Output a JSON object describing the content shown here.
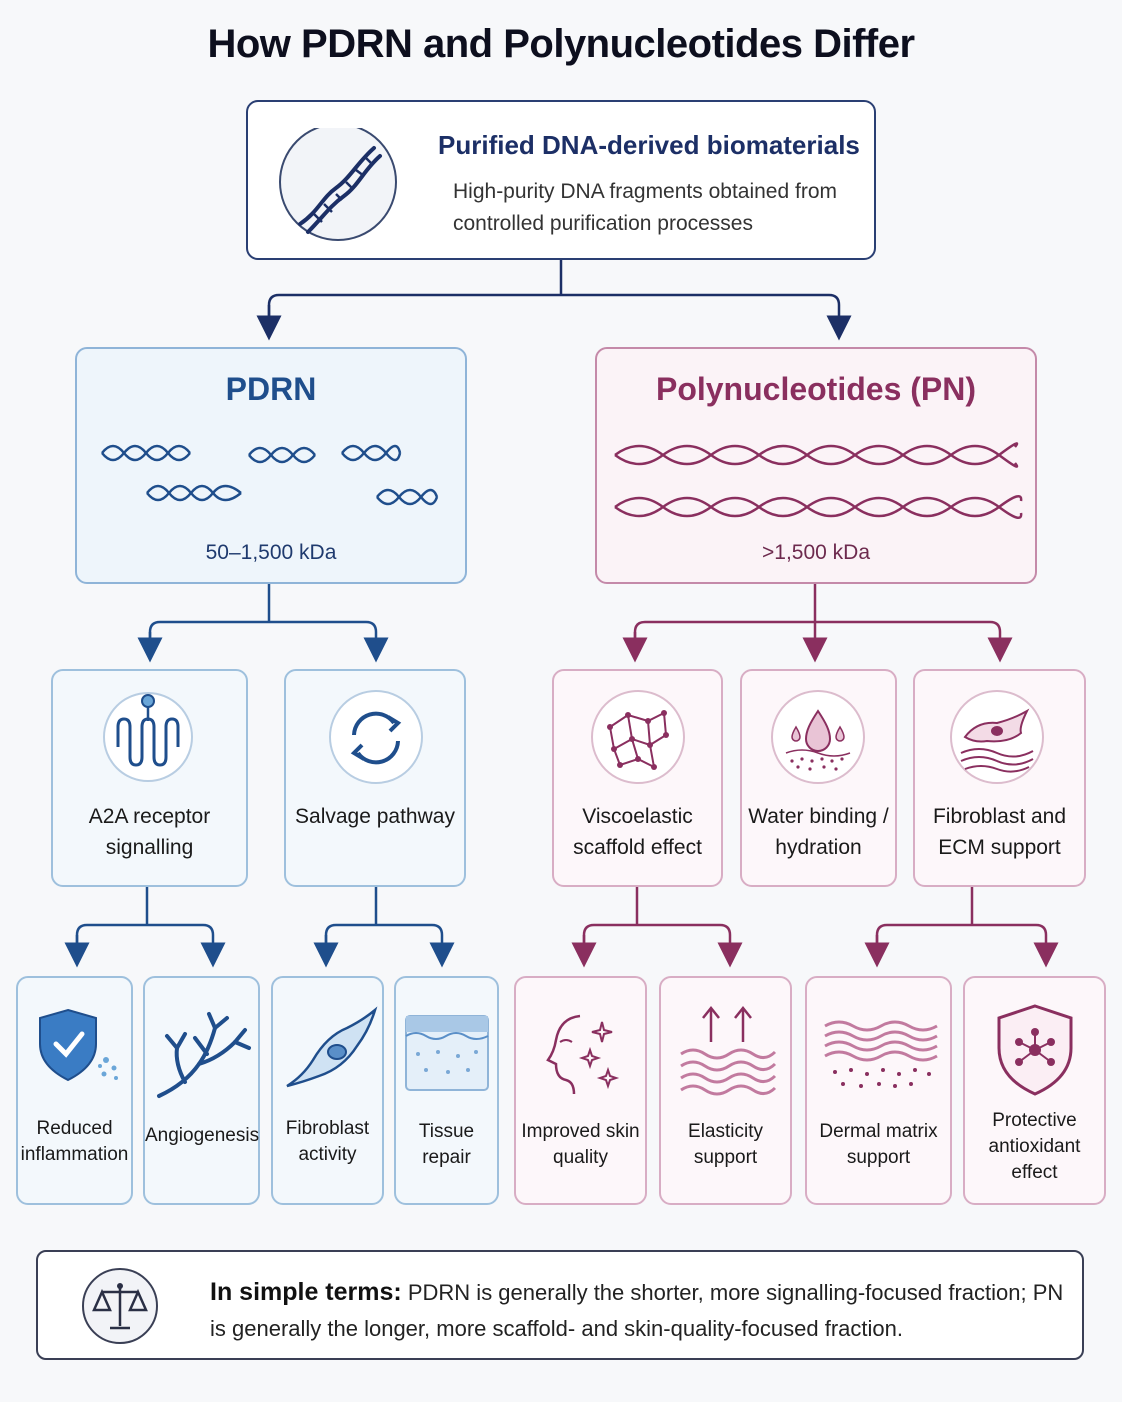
{
  "title": "How PDRN and Polynucleotides Differ",
  "source": {
    "heading": "Purified DNA-derived biomaterials",
    "description": "High-purity DNA fragments obtained from controlled purification processes"
  },
  "pdrn": {
    "heading": "PDRN",
    "size": "50–1,500 kDa",
    "mechanisms": [
      {
        "label": "A2A receptor signalling",
        "icon": "receptor-icon"
      },
      {
        "label": "Salvage pathway",
        "icon": "recycle-icon"
      }
    ],
    "effects": [
      {
        "label": "Reduced inflammation",
        "icon": "shield-check-icon"
      },
      {
        "label": "Angiogenesis",
        "icon": "blood-vessel-icon"
      },
      {
        "label": "Fibroblast activity",
        "icon": "fibroblast-cell-icon"
      },
      {
        "label": "Tissue repair",
        "icon": "skin-layer-icon"
      }
    ]
  },
  "pn": {
    "heading": "Polynucleotides (PN)",
    "size": ">1,500 kDa",
    "mechanisms": [
      {
        "label": "Viscoelastic scaffold effect",
        "icon": "network-icon"
      },
      {
        "label": "Water binding / hydration",
        "icon": "water-drop-icon"
      },
      {
        "label": "Fibroblast and ECM support",
        "icon": "cell-matrix-icon"
      }
    ],
    "effects": [
      {
        "label": "Improved skin quality",
        "icon": "face-sparkle-icon"
      },
      {
        "label": "Elasticity support",
        "icon": "wave-arrows-icon"
      },
      {
        "label": "Dermal matrix support",
        "icon": "dermis-layers-icon"
      },
      {
        "label": "Protective antioxidant effect",
        "icon": "shield-molecule-icon"
      }
    ]
  },
  "summary": {
    "lead": "In simple terms:",
    "text": "PDRN is generally the shorter, more signalling-focused fraction; PN is generally the longer, more scaffold- and skin-quality-focused fraction.",
    "icon": "balance-scale-icon"
  },
  "colors": {
    "navy": "#1c2f66",
    "blue": "#1f4e8c",
    "plum": "#8a2f5f",
    "blue_border": "#8fb4d8",
    "pink_border": "#c48aa9"
  }
}
